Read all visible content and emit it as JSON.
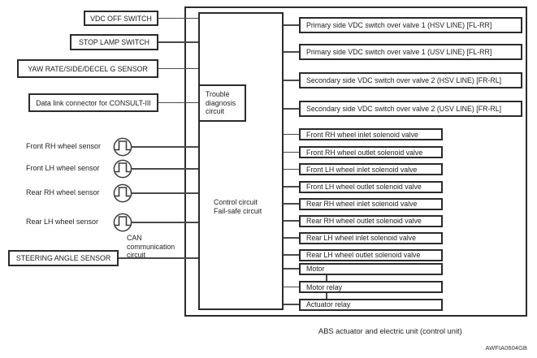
{
  "colors": {
    "line": "#4a4a4a",
    "border": "#2b2b2b",
    "background": "#ffffff",
    "text": "#1e1e1e"
  },
  "diagram": {
    "unit_caption": "ABS actuator and electric unit (control unit)",
    "figure_code": "AWFIA0604GB",
    "trouble_box_label": "Trouble diagnosis circuit",
    "control_box_lines": [
      "Control circuit",
      "Fail-safe circuit"
    ],
    "can_label_lines": [
      "CAN",
      "communication",
      "circuit"
    ],
    "boxed_inputs": [
      "VDC OFF SWITCH",
      "STOP LAMP SWITCH",
      "YAW RATE/SIDE/DECEL G SENSOR",
      "Data link connector for CONSULT-III",
      "STEERING ANGLE SENSOR"
    ],
    "wheel_sensors": [
      "Front RH wheel sensor",
      "Front LH wheel sensor",
      "Rear RH wheel sensor",
      "Rear LH wheel sensor"
    ],
    "wheel_sensor_icon": "pulse-signal-icon",
    "outputs_vdc_valves": [
      "Primary side VDC switch over valve 1 (HSV LINE) [FL-RR]",
      "Primary side VDC switch over valve 1 (USV LINE) [FL-RR]",
      "Secondary side VDC switch over valve 2 (HSV LINE) [FR-RL]",
      "Secondary side VDC switch over valve 2 (USV LINE) [FR-RL]"
    ],
    "outputs_solenoid_valves": [
      "Front RH wheel inlet solenoid valve",
      "Front RH wheel outlet solenoid valve",
      "Front LH wheel inlet solenoid valve",
      "Front LH wheel outlet solenoid valve",
      "Rear RH wheel inlet solenoid valve",
      "Rear RH wheel outlet solenoid valve",
      "Rear LH wheel inlet solenoid valve",
      "Rear LH wheel outlet solenoid valve"
    ],
    "outputs_motor_group": [
      "Motor",
      "Motor relay",
      "Actuator relay"
    ]
  }
}
